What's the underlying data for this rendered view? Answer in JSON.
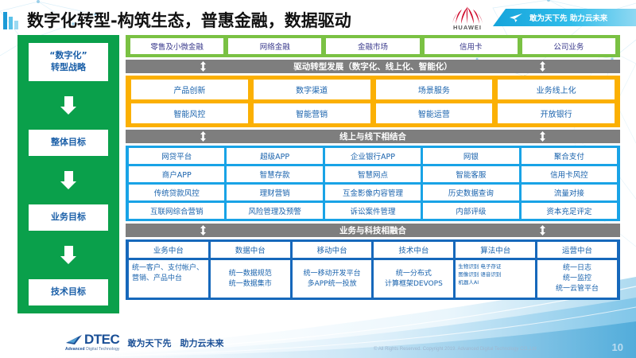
{
  "slide": {
    "title": "数字化转型-构筑生态，普惠金融，数据驱动",
    "page_number": "10"
  },
  "brand": {
    "huawei_wordmark": "HUAWEI",
    "banner_text": "敢为天下先 助力云未来",
    "banner_icon": "paper-plane-icon",
    "accent_color": "#15a4db",
    "logo_color": "#cf0a2c"
  },
  "strategy_column": {
    "background_color": "#0aa04b",
    "items": [
      {
        "label": "“数字化”\n转型战略"
      },
      {
        "label": "整体目标"
      },
      {
        "label": "业务目标"
      },
      {
        "label": "技术目标"
      }
    ]
  },
  "business_lines": {
    "background_color": "#7ac143",
    "items": [
      "零售及小微金融",
      "网络金融",
      "金融市场",
      "信用卡",
      "公司业务"
    ]
  },
  "connectors": [
    {
      "label": "驱动转型发展（数字化、线上化、智能化）",
      "color": "#7e7e7e"
    },
    {
      "label": "线上与线下相结合",
      "color": "#7e7e7e"
    },
    {
      "label": "业务与科技相融合",
      "color": "#7e7e7e"
    }
  ],
  "transformation": {
    "background_color": "#fbb003",
    "rows": [
      [
        "产品创新",
        "数字渠道",
        "场景服务",
        "业务线上化"
      ],
      [
        "智能风控",
        "智能营销",
        "智能运营",
        "开放银行"
      ]
    ]
  },
  "online_offline": {
    "background_color": "#19a3e6",
    "rows": [
      [
        "网贷平台",
        "超级APP",
        "企业银行APP",
        "网银",
        "聚合支付"
      ],
      [
        "商户APP",
        "智慧存款",
        "智慧网点",
        "智能客服",
        "信用卡风控"
      ],
      [
        "传统贷款风控",
        "理财营销",
        "互金影像内容管理",
        "历史数据查询",
        "流量对接"
      ],
      [
        "互联网综合营销",
        "风险管理及预警",
        "诉讼案件管理",
        "内部评级",
        "资本充足评定"
      ]
    ]
  },
  "middle_platforms": {
    "background_color": "#1668bb",
    "columns": [
      {
        "title": "业务中台",
        "body": "统一客户、支付帐户、营销、产品中台",
        "align": "left"
      },
      {
        "title": "数据中台",
        "body": "统一数据规范\n统一数据集市",
        "align": "center"
      },
      {
        "title": "移动中台",
        "body": "统一移动开发平台\n多APP统一投放",
        "align": "center"
      },
      {
        "title": "技术中台",
        "body": "统一分布式\n计算框架DEVOPS",
        "align": "center"
      },
      {
        "title": "算法中台",
        "body": "生物识别 电子存证\n图像识别 语音识别\n机器人AI",
        "align": "tiny"
      },
      {
        "title": "运营中台",
        "body": "统一日志\n统一监控\n统一云管平台",
        "align": "center"
      }
    ]
  },
  "footer": {
    "logo_text": "DTEC",
    "logo_sub_bold": "Advanced",
    "logo_sub_rest": " Digital Technology",
    "slogan": "敢为天下先　助力云未来",
    "copyright": "© All Rights Reserved. Copyright 2019. Advanced Digital Technology CO.,Ltd"
  }
}
